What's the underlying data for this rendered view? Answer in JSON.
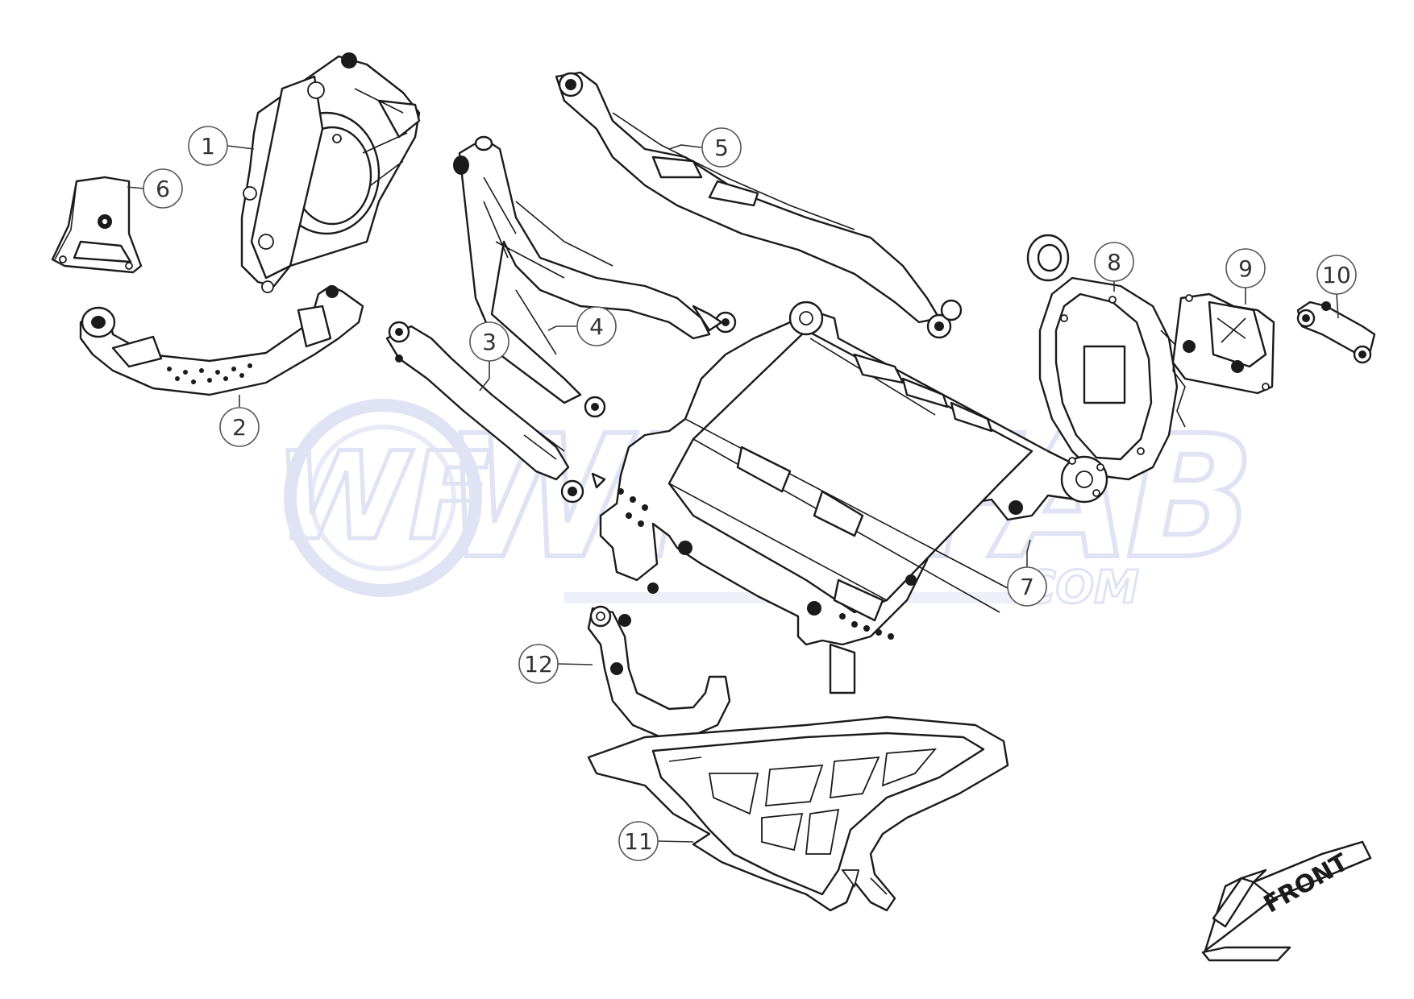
{
  "colors": {
    "line": "#1b1b1b",
    "watermark": "#dfe3f4",
    "bubble_stroke": "#555555",
    "background": "#ffffff"
  },
  "watermark": {
    "logo_text": "WF",
    "brand_text": "WISEFAB",
    "domain_text": ".COM"
  },
  "callouts": [
    {
      "id": "1",
      "label": "1"
    },
    {
      "id": "2",
      "label": "2"
    },
    {
      "id": "3",
      "label": "3"
    },
    {
      "id": "4",
      "label": "4"
    },
    {
      "id": "5",
      "label": "5"
    },
    {
      "id": "6",
      "label": "6"
    },
    {
      "id": "7",
      "label": "7"
    },
    {
      "id": "8",
      "label": "8"
    },
    {
      "id": "9",
      "label": "9"
    },
    {
      "id": "10",
      "label": "10"
    },
    {
      "id": "11",
      "label": "11"
    },
    {
      "id": "12",
      "label": "12"
    }
  ],
  "direction_arrow": {
    "label": "FRONT",
    "icon": "front-arrow-icon"
  }
}
